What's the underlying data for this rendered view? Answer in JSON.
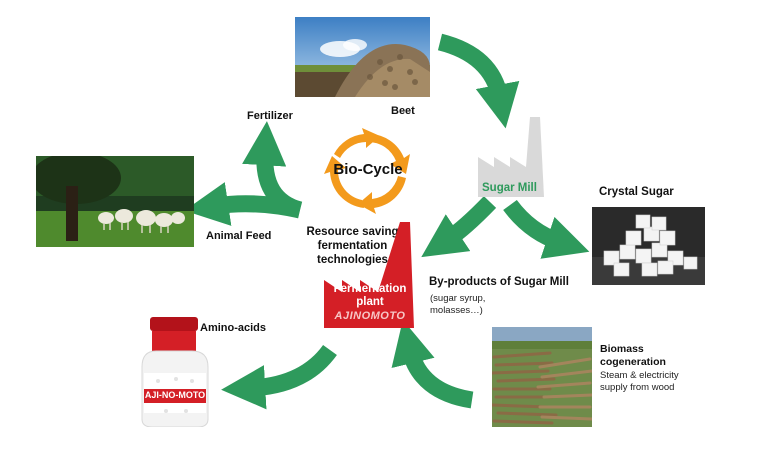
{
  "diagram": {
    "labels": {
      "beet": "Beet",
      "fertilizer": "Fertilizer",
      "animal_feed": "Animal Feed",
      "sugar_mill": "Sugar Mill",
      "crystal_sugar": "Crystal Sugar",
      "center_line1": "Resource saving",
      "center_line2": "fermentation",
      "center_line3": "technologies",
      "plant_line1": "Fermentation",
      "plant_line2": "plant",
      "brand": "AJINOMOTO",
      "byproducts_title": "By-products of Sugar Mill",
      "byproducts_detail1": "(sugar syrup,",
      "byproducts_detail2": "molasses…)",
      "amino_acids": "Amino-acids",
      "biomass_title1": "Biomass",
      "biomass_title2": "cogeneration",
      "biomass_detail1": "Steam & electricity",
      "biomass_detail2": "supply from wood",
      "bio_cycle": "Bio-Cycle",
      "product_label": "AJI-NO-MOTO"
    },
    "colors": {
      "arrow_green": "#2e9a5c",
      "plant_red": "#d41f26",
      "mill_grey": "#d9d9d9",
      "sugar_mill_text": "#2e9a5c",
      "bio_cycle_orange": "#f39a1c"
    },
    "icons": [
      "recycle-cycle-icon",
      "factory-red-icon",
      "factory-grey-icon",
      "curved-arrow-icon"
    ]
  }
}
